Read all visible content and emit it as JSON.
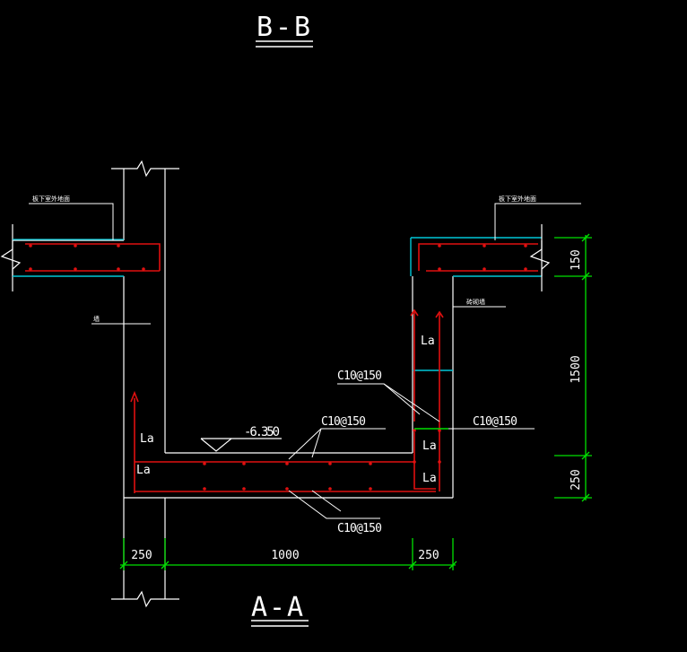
{
  "titles": {
    "top": "B-B",
    "bottom": "A-A"
  },
  "labels": {
    "left_note": "板下室外地面",
    "right_note": "板下室外地面",
    "wall_note": "墙",
    "right_wall_note": "砖砌墙",
    "elevation": "-6.350",
    "rebar_upper": "C10@150",
    "rebar_center": "C10@150",
    "rebar_right": "C10@150",
    "rebar_bottom": "C10@150",
    "anchor_1": "La",
    "anchor_2": "La",
    "anchor_3": "La",
    "anchor_4": "La",
    "anchor_5": "La"
  },
  "dimensions": {
    "bottom_left": "250",
    "bottom_mid": "1000",
    "bottom_right": "250",
    "right_top": "150",
    "right_mid": "1500",
    "right_bottom": "250"
  },
  "colors": {
    "background": "#000000",
    "line": "#ffffff",
    "rebar": "#e01010",
    "cyan": "#00c8d8",
    "dim": "#00e000",
    "text": "#ffffff"
  }
}
